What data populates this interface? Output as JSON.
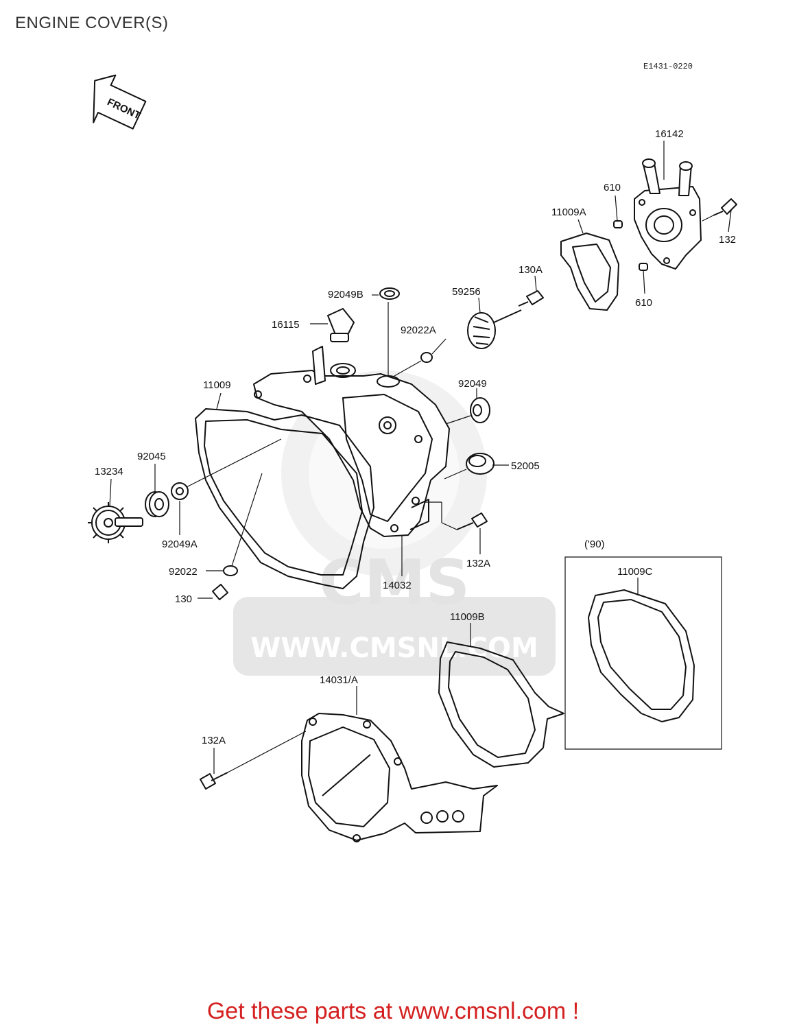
{
  "page_title": "ENGINE COVER(S)",
  "diagram_code": "E1431-0220",
  "front_label": "FRONT",
  "watermark": {
    "logo": "CMS",
    "url": "WWW.CMSNL.COM"
  },
  "year_note": "('90)",
  "parts": {
    "p16142": "16142",
    "p610_top": "610",
    "p11009A": "11009A",
    "p132": "132",
    "p610_bottom": "610",
    "p130A": "130A",
    "p59256": "59256",
    "p92049B": "92049B",
    "p16115": "16115",
    "p92022A": "92022A",
    "p92049": "92049",
    "p52005": "52005",
    "p11009": "11009",
    "p92045": "92045",
    "p13234": "13234",
    "p92049A": "92049A",
    "p92022": "92022",
    "p130": "130",
    "p14032": "14032",
    "p132A_right": "132A",
    "p11009C": "11009C",
    "p11009B": "11009B",
    "p14031A": "14031/A",
    "p132A_left": "132A"
  },
  "footer": {
    "text": "Get these parts at www.cmsnl.com !"
  }
}
